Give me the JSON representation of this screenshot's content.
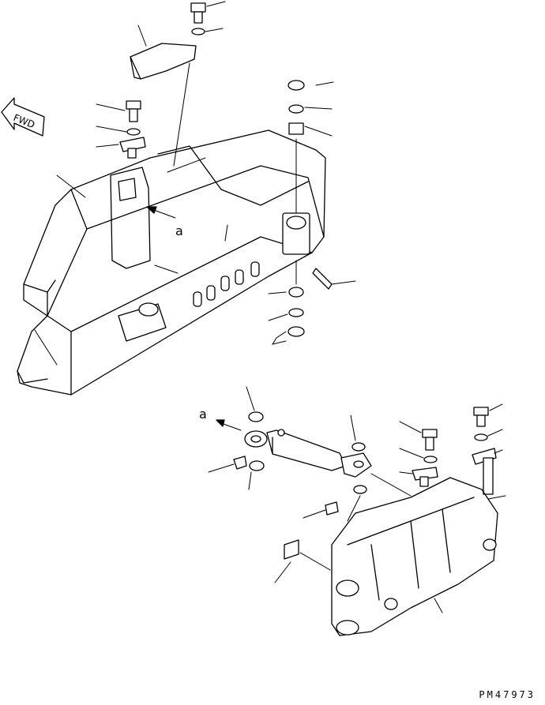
{
  "labels": {
    "fwd": "FWD",
    "ref_a_upper": "a",
    "ref_a_lower": "a"
  },
  "figure_code": "PM47973"
}
